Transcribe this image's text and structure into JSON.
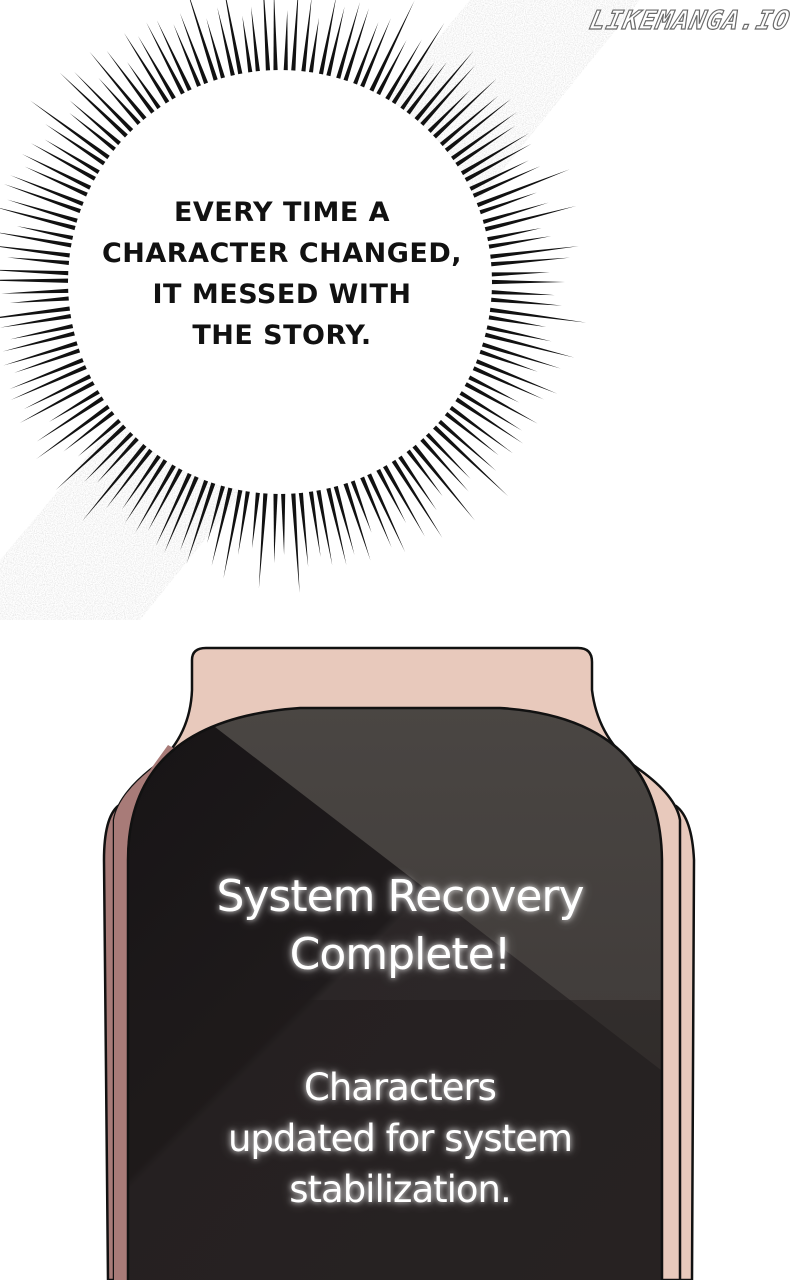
{
  "watermark": {
    "text": "LIKEMANGA.IO"
  },
  "narration_bubble": {
    "lines": [
      "EVERY TIME A",
      "CHARACTER CHANGED,",
      "IT MESSED WITH",
      "THE STORY."
    ]
  },
  "watch": {
    "title_lines": [
      "System Recovery",
      "Complete!"
    ],
    "message_lines": [
      "Characters",
      "updated for system",
      "stabilization."
    ]
  },
  "colors": {
    "background": "#ffffff",
    "burst_lines": "#111111",
    "watch_band": "#e8c9bc",
    "watch_band_shadow": "#a87b78",
    "watch_screen": "#4a4643",
    "watch_screen_dark": "#1a1718",
    "screen_text": "#ffffff"
  }
}
